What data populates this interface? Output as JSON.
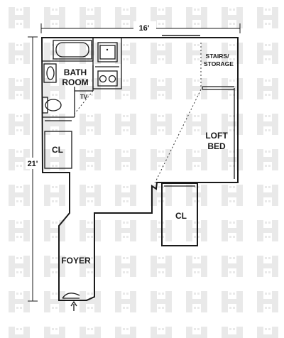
{
  "colors": {
    "ink": "#1a1a1a",
    "watermark": "#e9e9e9",
    "background": "#ffffff"
  },
  "dimensions": {
    "width_label": "16'",
    "height_label": "21'"
  },
  "rooms": {
    "bathroom_line1": "BATH",
    "bathroom_line2": "ROOM",
    "tv": "TV",
    "stairs_line1": "STAIRS/",
    "stairs_line2": "STORAGE",
    "loft_line1": "LOFT",
    "loft_line2": "BED",
    "closet_left": "CL",
    "closet_center": "CL",
    "foyer": "FOYER"
  },
  "icons": {
    "bathtub": "bathtub-icon",
    "sink": "sink-icon",
    "toilet": "toilet-icon",
    "stove": "stove-icon",
    "kitchen_sink": "kitchen-sink-icon",
    "entry": "entry-arrow-icon",
    "watermark": "h-logo-watermark"
  }
}
